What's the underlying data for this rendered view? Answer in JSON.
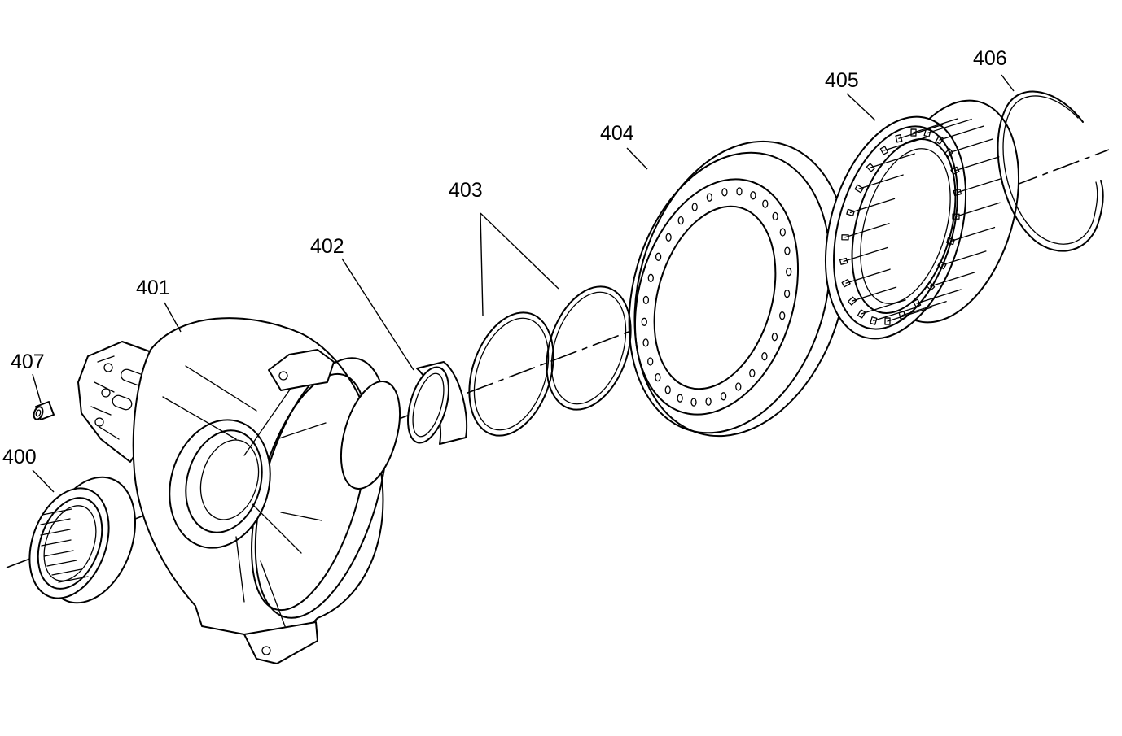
{
  "diagram": {
    "callouts": [
      {
        "id": "400",
        "text": "400"
      },
      {
        "id": "401",
        "text": "401"
      },
      {
        "id": "402",
        "text": "402"
      },
      {
        "id": "403",
        "text": "403"
      },
      {
        "id": "404",
        "text": "404"
      },
      {
        "id": "405",
        "text": "405"
      },
      {
        "id": "406",
        "text": "406"
      },
      {
        "id": "407",
        "text": "407"
      }
    ]
  }
}
